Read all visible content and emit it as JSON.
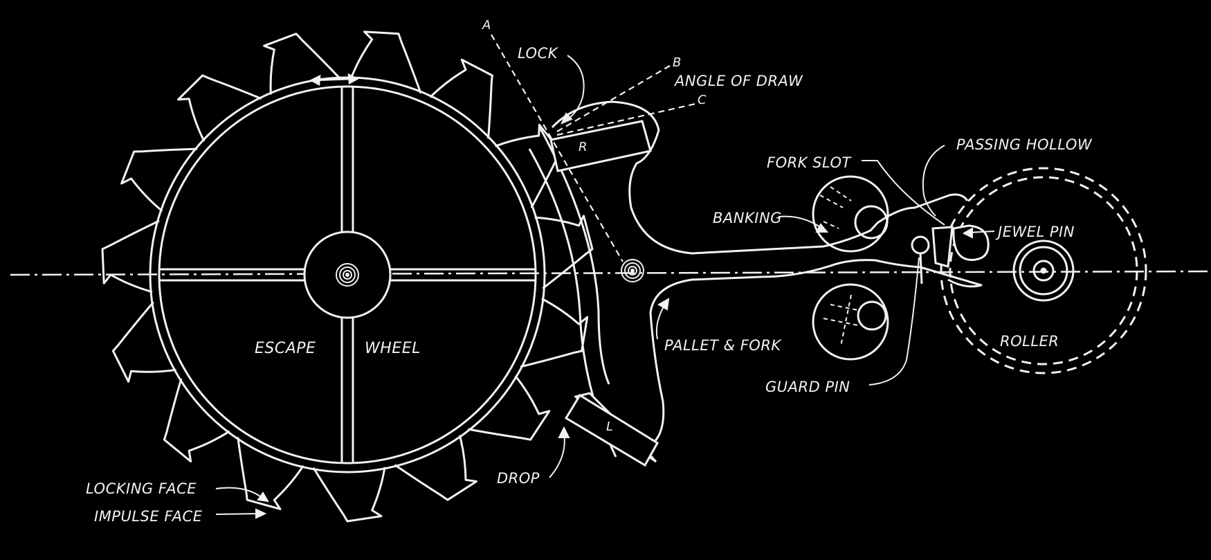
{
  "diagram": {
    "labels": {
      "lock": "LOCK",
      "line_a": "A",
      "line_b": "B",
      "line_c": "C",
      "angle_of_draw": "ANGLE OF DRAW",
      "passing_hollow": "PASSING HOLLOW",
      "fork_slot": "FORK SLOT",
      "banking": "BANKING",
      "jewel_pin": "JEWEL PIN",
      "escape": "ESCAPE",
      "wheel": "WHEEL",
      "pallet_fork": "PALLET & FORK",
      "roller": "ROLLER",
      "guard_pin": "GUARD PIN",
      "drop": "DROP",
      "locking_face": "LOCKING FACE",
      "impulse_face": "IMPULSE FACE",
      "pallet_r": "R",
      "pallet_l": "L"
    },
    "colors": {
      "background": "#000000",
      "line": "#f2f2f2"
    },
    "escape_wheel_teeth": 15
  }
}
